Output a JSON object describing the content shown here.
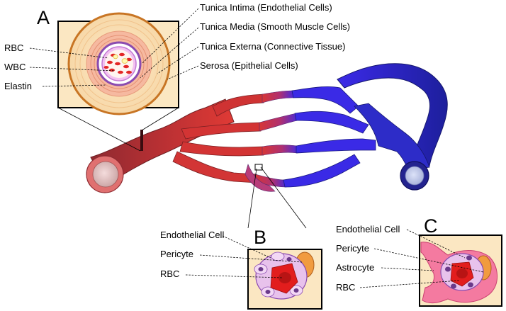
{
  "panels": {
    "a": "A",
    "b": "B",
    "c": "C"
  },
  "panel_a": {
    "rbc": "RBC",
    "wbc": "WBC",
    "elastin": "Elastin",
    "tunica_intima": "Tunica Intima (Endothelial Cells)",
    "tunica_media": "Tunica Media (Smooth Muscle Cells)",
    "tunica_externa": "Tunica Externa (Connective Tissue)",
    "serosa": "Serosa (Epithelial Cells)"
  },
  "panel_b": {
    "endothelial": "Endothelial Cell",
    "pericyte": "Pericyte",
    "rbc": "RBC"
  },
  "panel_c": {
    "endothelial": "Endothelial Cell",
    "pericyte": "Pericyte",
    "astrocyte": "Astrocyte",
    "rbc": "RBC"
  },
  "colors": {
    "artery": "#b02a2a",
    "vein": "#2a2ad8",
    "background": "#ffffff"
  }
}
